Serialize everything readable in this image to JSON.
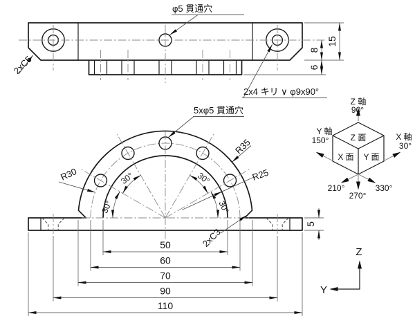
{
  "top_view": {
    "hole_label": "φ5 貫通穴",
    "chamfer_label": "2xC5",
    "counterbore_label": "2x4 キリ ∨ φ9x90°",
    "dim_height": "15",
    "dim_hole_offset": "8",
    "dim_boss": "6"
  },
  "front_view": {
    "holes_label": "5xφ5 貫通穴",
    "radius_outer": "R35",
    "radius_bolt": "R30",
    "radius_inner": "R25",
    "chamfer_label": "2xC3",
    "angle_label": "30°",
    "dim_inner": "50",
    "dim_bolt": "60",
    "dim_outer": "70",
    "dim_holes": "90",
    "dim_total": "110",
    "dim_thickness": "5"
  },
  "iso_legend": {
    "z_axis": "Z 軸",
    "z_deg": "90°",
    "y_axis": "Y 軸",
    "y_deg": "150°",
    "x_axis": "X 軸",
    "x_deg": "30°",
    "deg_210": "210°",
    "deg_270": "270°",
    "deg_330": "330°",
    "face_z": "Z 面",
    "face_x": "X 面",
    "face_y": "Y 面"
  },
  "axes": {
    "z": "Z",
    "y": "Y"
  }
}
